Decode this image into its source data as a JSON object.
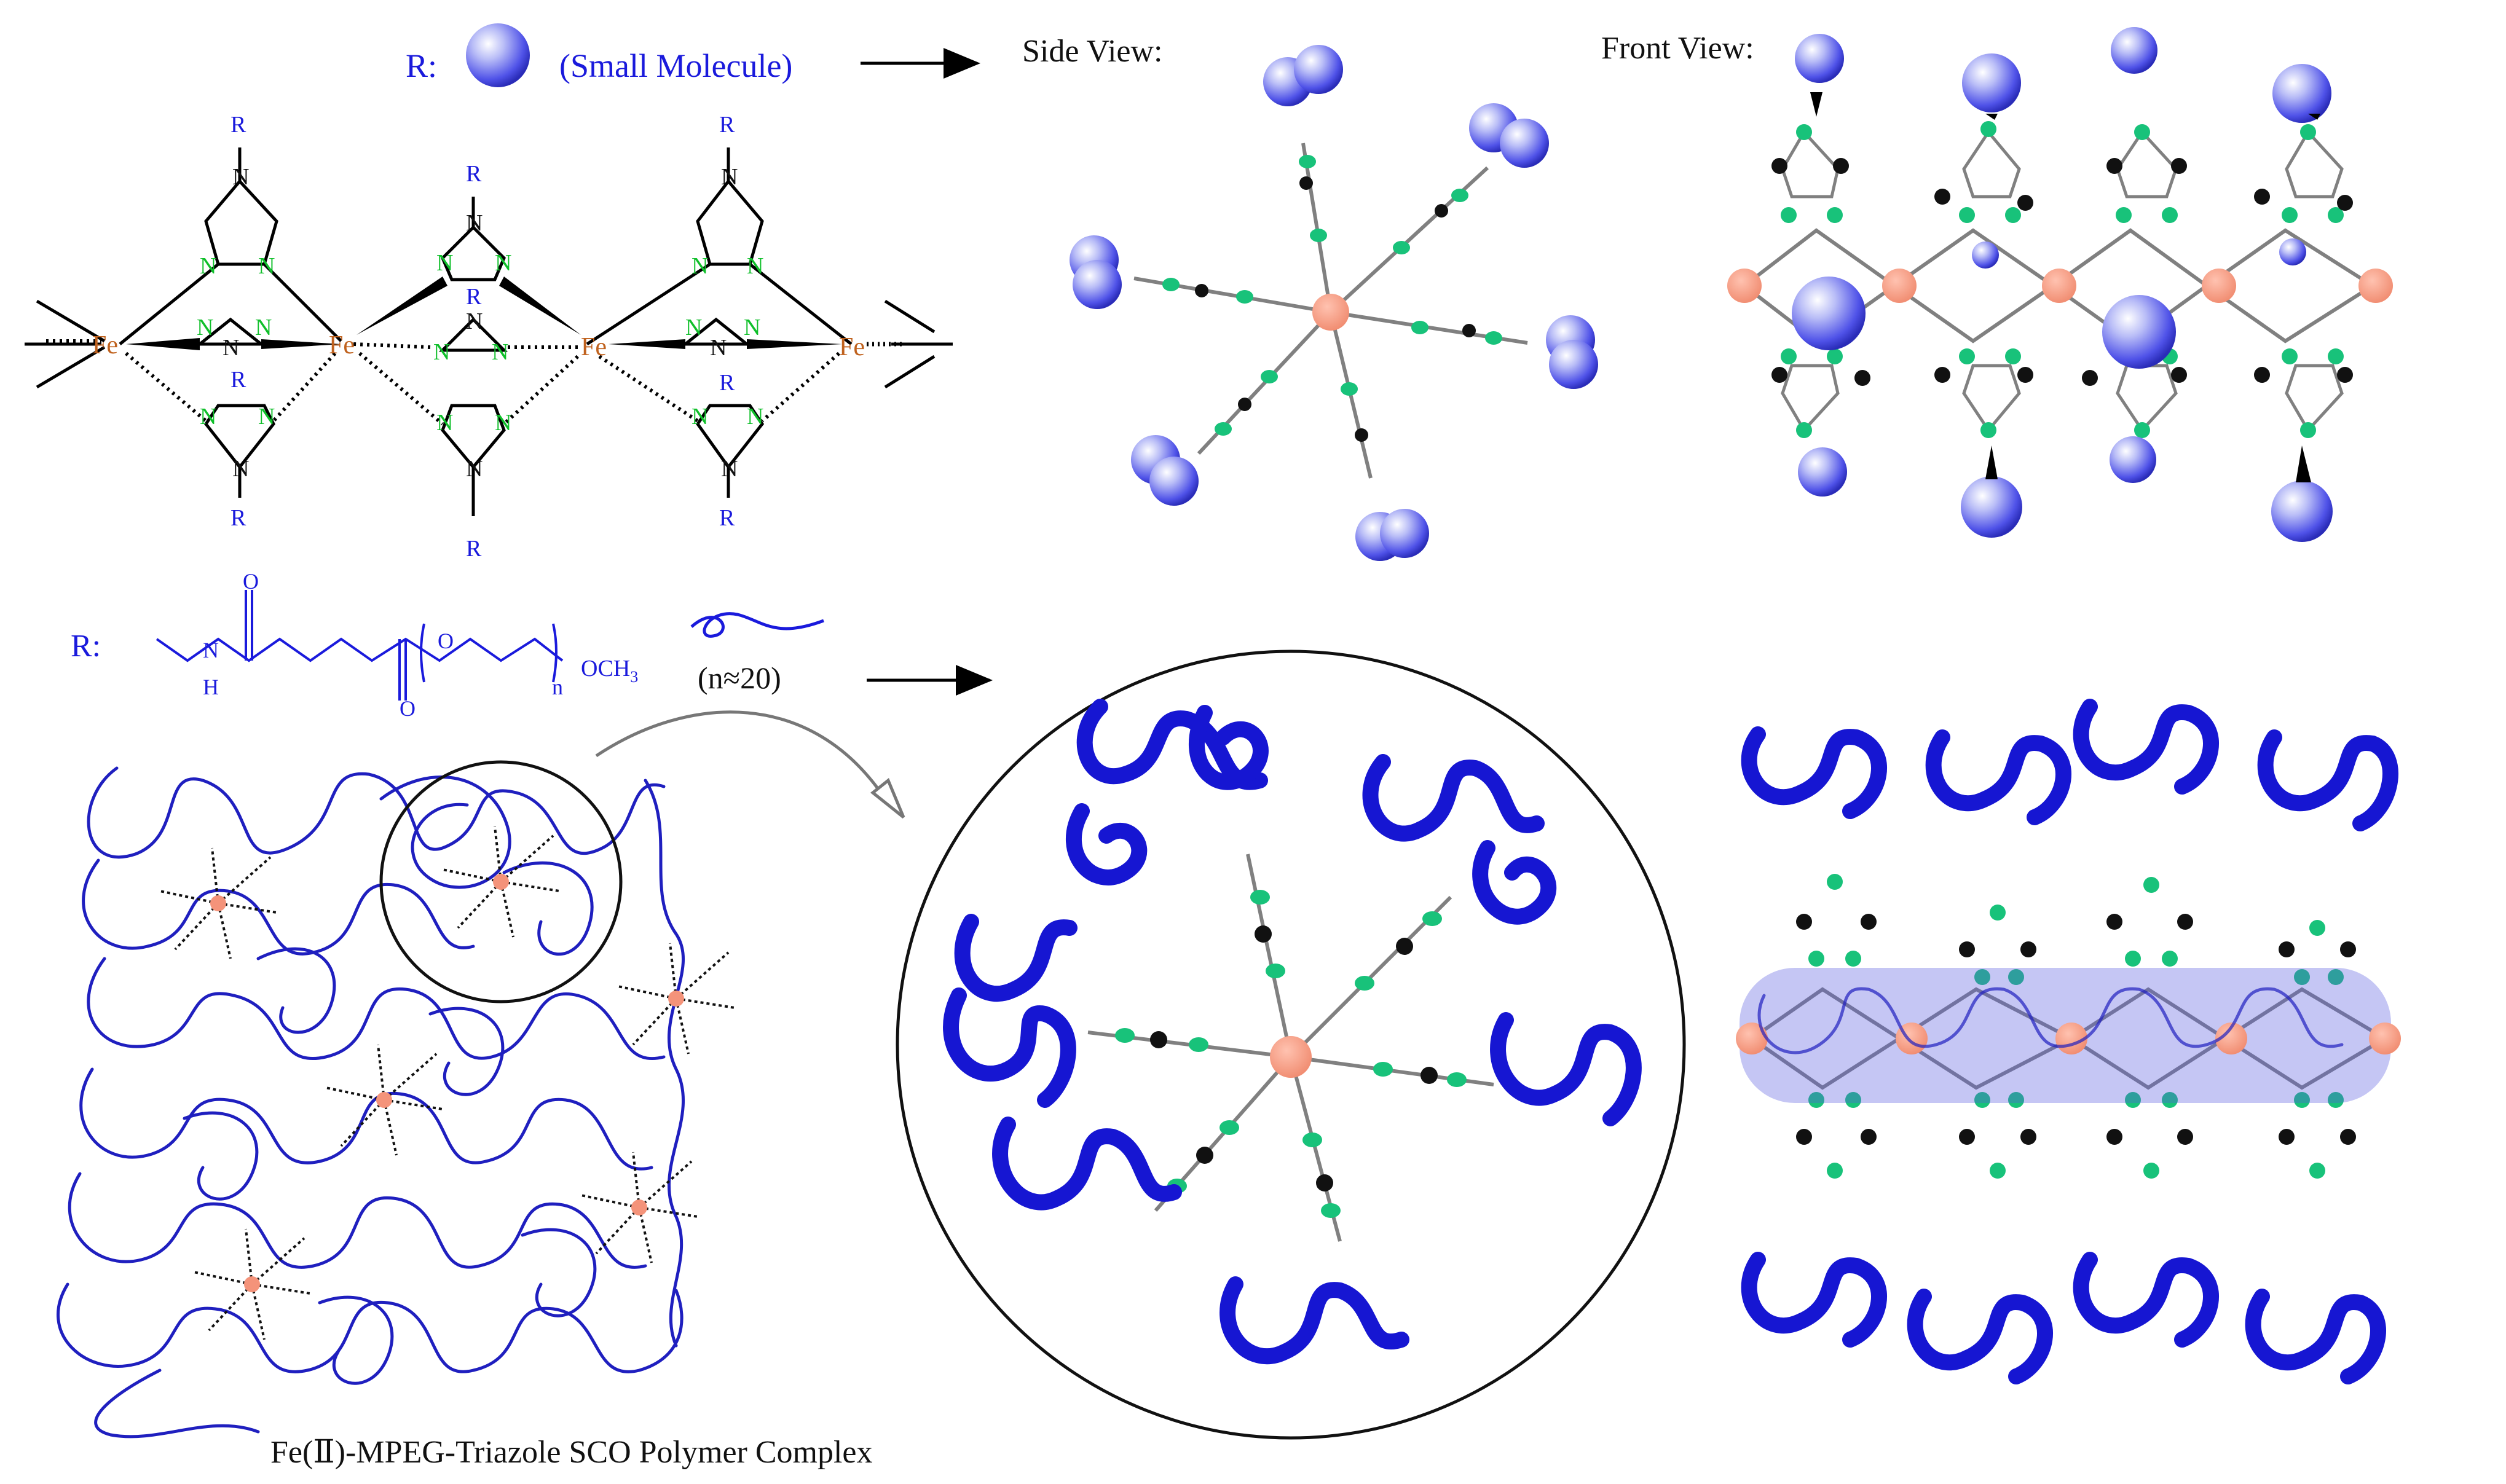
{
  "labels": {
    "r_small": "R:",
    "small_molecule": "(Small Molecule)",
    "side_view": "Side View:",
    "front_view": "Front View:",
    "r_polymer": "R:",
    "n_value": "(n≈20)",
    "caption": "Fe(Ⅱ)-MPEG-Triazole SCO Polymer Complex"
  },
  "atoms": {
    "fe": "Fe",
    "n": "N",
    "r": "R",
    "o": "O",
    "h": "H",
    "och3": "OCH",
    "sub3": "3",
    "n_index": "n"
  },
  "colors": {
    "iron": "#f4937a",
    "nitrogen": "#18c27a",
    "carbon": "#111111",
    "sphere": "#4f52e8",
    "polymer": "#1616d2",
    "label_blue": "#1a1adc",
    "label_green": "#0fbf2a",
    "label_fe": "#c0621e"
  }
}
